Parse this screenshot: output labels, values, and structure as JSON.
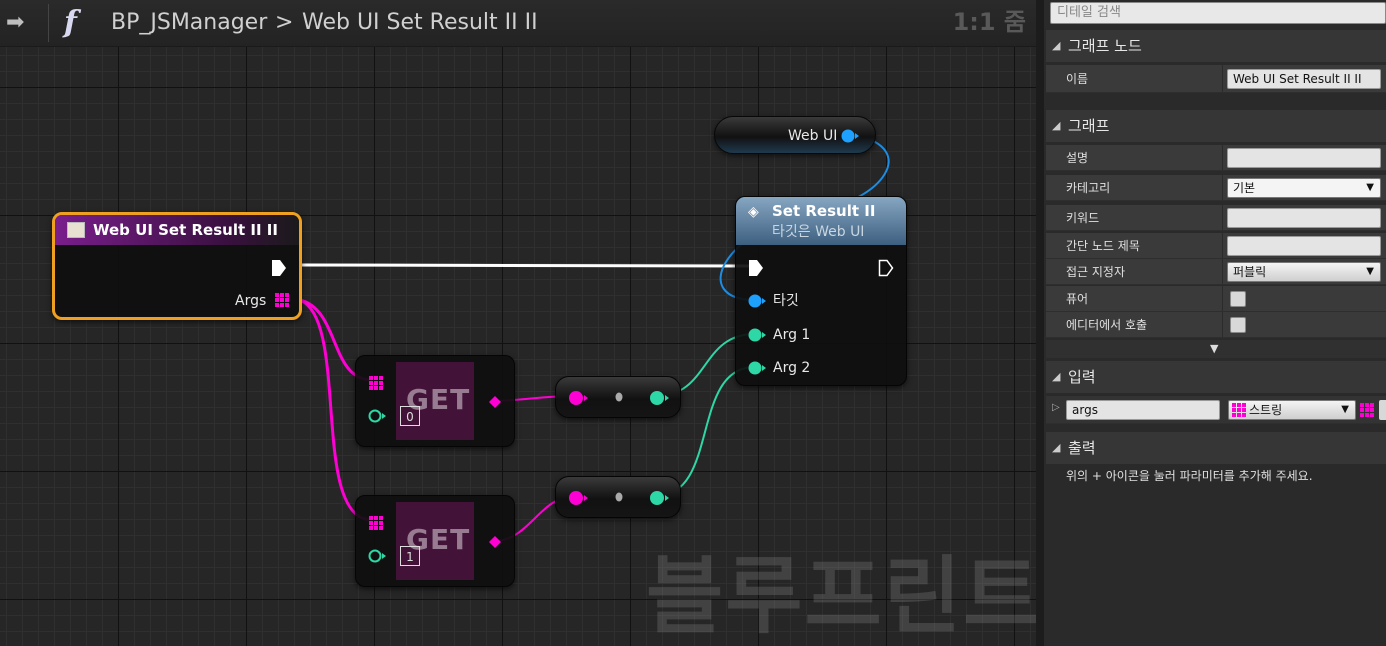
{
  "toolbar": {
    "func_symbol": "f",
    "blueprint": "BP_JSManager",
    "separator": ">",
    "function_name": "Web UI Set Result II II",
    "zoom": "1:1 줌"
  },
  "watermark": "블루프린트",
  "entry_node": {
    "title": "Web UI Set Result II II",
    "pin_args": "Args"
  },
  "webui_node": {
    "label": "Web UI"
  },
  "set_result_node": {
    "title": "Set Result II",
    "subtitle": "타깃은 Web UI",
    "pin_target": "타깃",
    "pin_arg1": "Arg 1",
    "pin_arg2": "Arg 2"
  },
  "get_nodes": [
    {
      "label": "GET",
      "index": "0"
    },
    {
      "label": "GET",
      "index": "1"
    }
  ],
  "details": {
    "search_placeholder": "디테일 검색",
    "cat_graph_node": "그래프 노드",
    "name_label": "이름",
    "name_value": "Web UI Set Result II II",
    "cat_graph": "그래프",
    "desc_label": "설명",
    "category_label": "카테고리",
    "category_value": "기본",
    "keyword_label": "키워드",
    "compact_title_label": "간단 노드 제목",
    "access_label": "접근 지정자",
    "access_value": "퍼블릭",
    "pure_label": "퓨어",
    "call_in_editor_label": "에디터에서 호출",
    "cat_inputs": "입력",
    "input_name": "args",
    "input_type": "스트링",
    "cat_outputs": "출력",
    "outputs_help": "위의 + 아이콘을 눌러 파라미터를 추가해 주세요."
  },
  "colors": {
    "exec": "#ffffff",
    "object_pin": "#1ea0ff",
    "string_pin": "#ff00d4",
    "text_pin": "#2ed7a6",
    "entry_border": "#f0a020"
  }
}
